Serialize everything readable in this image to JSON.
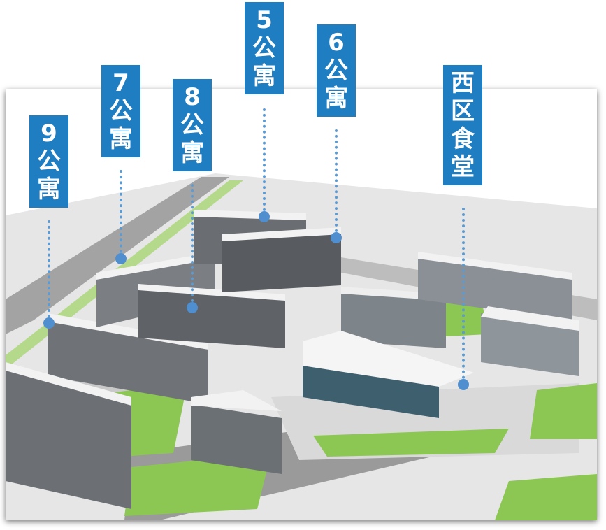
{
  "labels": [
    {
      "id": "apt9",
      "chars": [
        "9",
        "公",
        "寓"
      ]
    },
    {
      "id": "apt7",
      "chars": [
        "7",
        "公",
        "寓"
      ]
    },
    {
      "id": "apt8",
      "chars": [
        "8",
        "公",
        "寓"
      ]
    },
    {
      "id": "apt5",
      "chars": [
        "5",
        "公",
        "寓"
      ]
    },
    {
      "id": "apt6",
      "chars": [
        "6",
        "公",
        "寓"
      ]
    },
    {
      "id": "west-canteen",
      "chars": [
        "西",
        "区",
        "食",
        "堂"
      ]
    }
  ],
  "colors": {
    "label_bg": "#1f7dc1",
    "leader": "#5b9bd5",
    "grass": "#8cc653",
    "road": "#9a9a9a",
    "plaza": "#d9d9d9"
  }
}
